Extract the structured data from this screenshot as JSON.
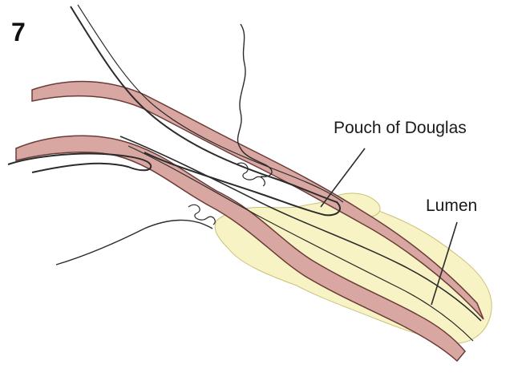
{
  "figure": {
    "number": "7",
    "labels": {
      "pouch": "Pouch of Douglas",
      "lumen": "Lumen"
    }
  },
  "colors": {
    "mucosa": "#d9a7a2",
    "fat": "#f7f3c4",
    "outline": "#2b2b2b"
  }
}
